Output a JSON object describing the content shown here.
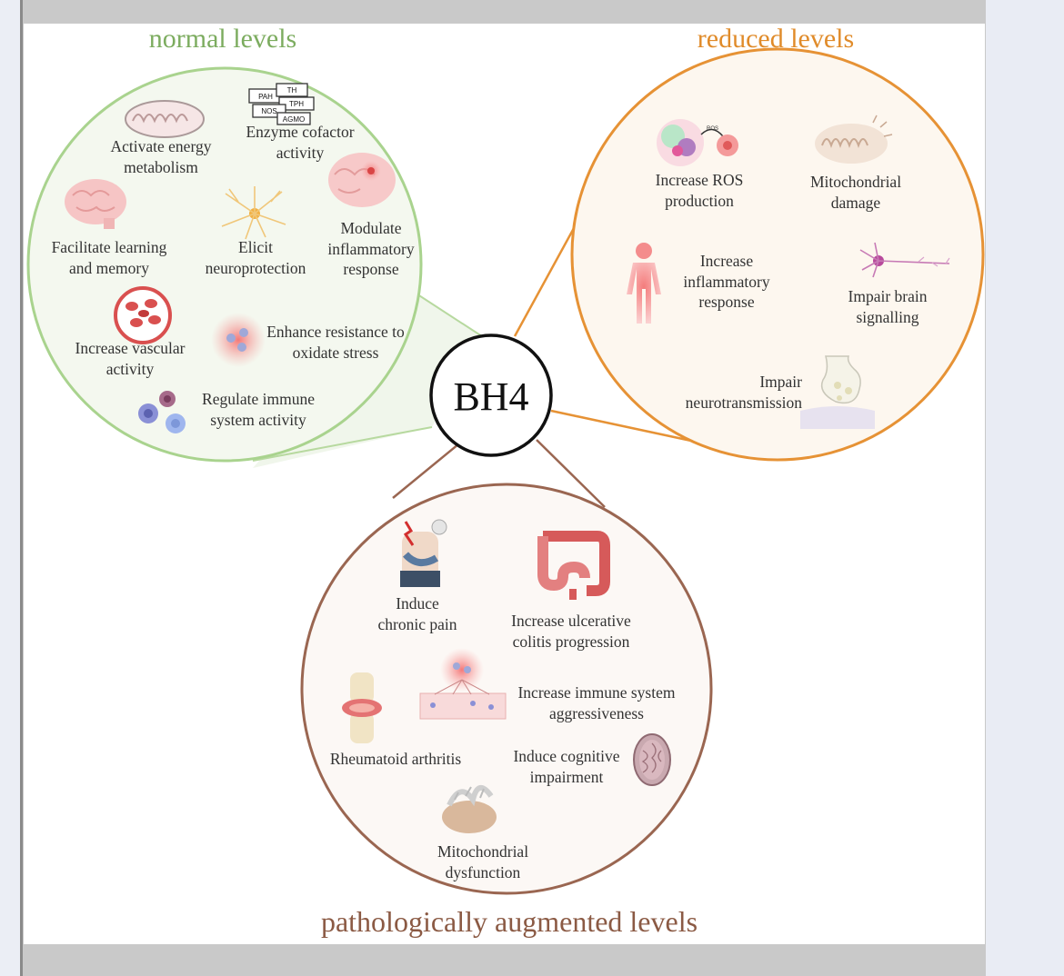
{
  "titles": {
    "normal": "normal levels",
    "reduced": "reduced levels",
    "pathological": "pathologically augmented levels"
  },
  "center": {
    "label": "BH4"
  },
  "colors": {
    "normal": "#7cac5f",
    "normal_fill": "#f4f8ef",
    "normal_stroke": "#a9d38e",
    "reduced": "#e08b2a",
    "reduced_fill": "#fdf7ef",
    "reduced_stroke": "#e69235",
    "pathological": "#8b5a44",
    "pathological_fill": "#fcf8f5",
    "pathological_stroke": "#9a6651"
  },
  "enzyme_tags": [
    "PAH",
    "TH",
    "TPH",
    "NOS",
    "AGMO"
  ],
  "ros_tag": "ROS",
  "normal_levels": {
    "energy": "Activate energy\nmetabolism",
    "enzyme": "Enzyme cofactor\nactivity",
    "learning": "Facilitate learning\nand memory",
    "neuroprotection": "Elicit\nneuroprotection",
    "inflammatory": "Modulate\ninflammatory\nresponse",
    "vascular": "Increase vascular\nactivity",
    "oxidative": "Enhance resistance to\noxidate stress",
    "immune": "Regulate immune\nsystem activity"
  },
  "reduced_levels": {
    "ros": "Increase ROS\nproduction",
    "mito": "Mitochondrial\ndamage",
    "inflammatory": "Increase\ninflammatory\nresponse",
    "brain": "Impair brain\nsignalling",
    "neurotransmission": "Impair\nneurotransmission"
  },
  "pathological_levels": {
    "pain": "Induce\nchronic pain",
    "colitis": "Increase ulcerative\ncolitis progression",
    "immune": "Increase immune system\naggressiveness",
    "arthritis": "Rheumatoid arthritis",
    "cognitive": "Induce cognitive\nimpairment",
    "mito": "Mitochondrial\ndysfunction"
  }
}
